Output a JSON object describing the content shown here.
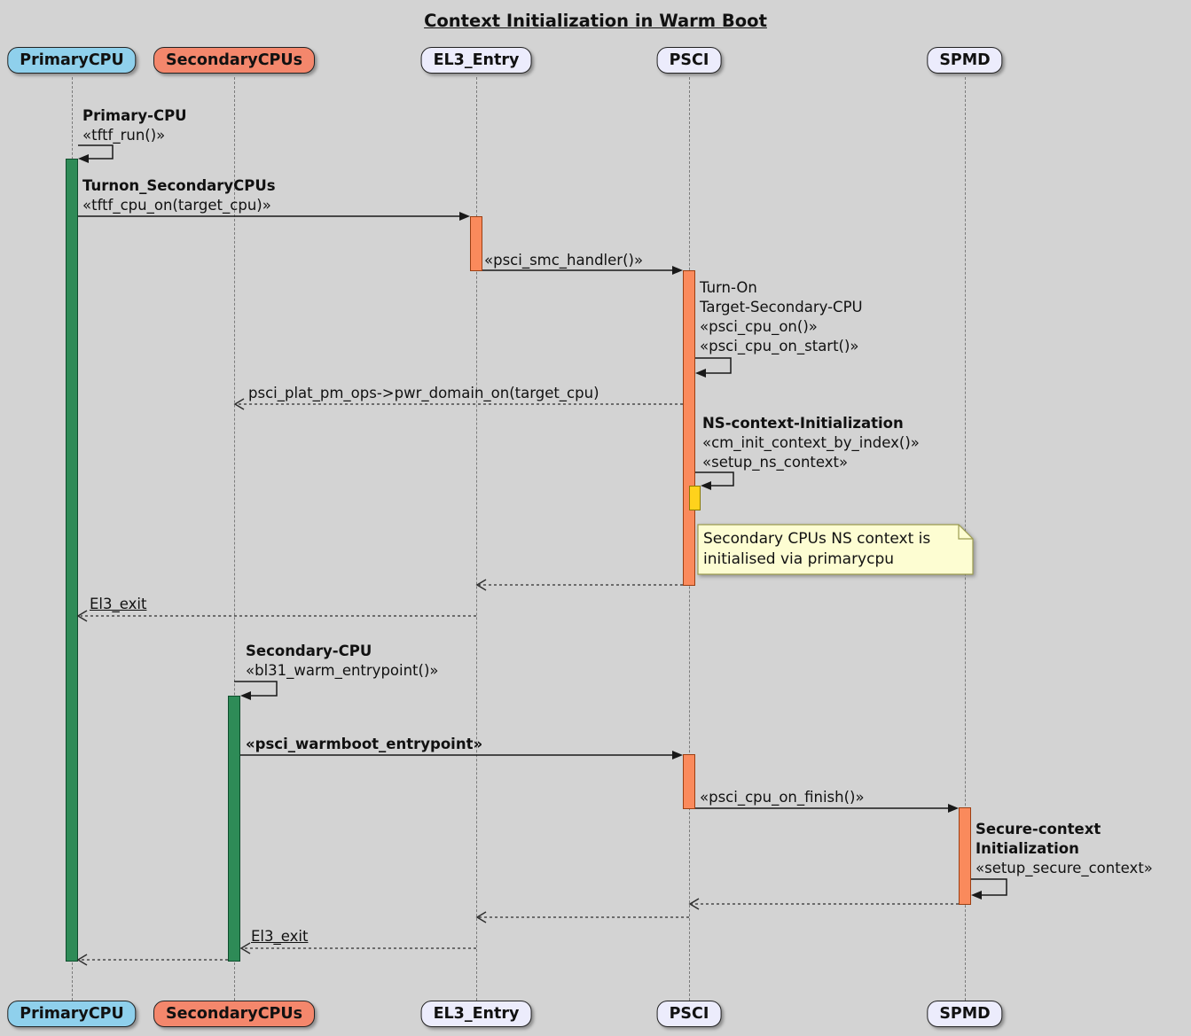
{
  "title": "Context Initialization in Warm Boot",
  "colors": {
    "background": "#D3D3D3",
    "participant_primary": "#8FD0EC",
    "participant_secondary": "#F4876C",
    "participant_neutral": "#ECECFC",
    "activation_green": "#2E8B57",
    "activation_orange": "#FA8A5C",
    "activation_yellow": "#FFD21C",
    "note_fill": "#FDFDD2"
  },
  "participants": {
    "primary": "PrimaryCPU",
    "secondary": "SecondaryCPUs",
    "el3": "EL3_Entry",
    "psci": "PSCI",
    "spmd": "SPMD"
  },
  "messages": {
    "tftf_run": {
      "line1": "Primary-CPU",
      "line2": "«tftf_run()»"
    },
    "turnon_secondary": {
      "line1": "Turnon_SecondaryCPUs",
      "line2": "«tftf_cpu_on(target_cpu)»"
    },
    "smc_handler": {
      "label": "«psci_smc_handler()»"
    },
    "turn_on_target": {
      "line1": "Turn-On",
      "line2": "Target-Secondary-CPU",
      "line3": "«psci_cpu_on()»",
      "line4": "«psci_cpu_on_start()»"
    },
    "pwr_domain_on": {
      "label": "psci_plat_pm_ops->pwr_domain_on(target_cpu)"
    },
    "ns_context_init": {
      "line1": "NS-context-Initialization",
      "line2": "«cm_init_context_by_index()»",
      "line3": "«setup_ns_context»"
    },
    "el3_exit_first": {
      "label": "El3_exit"
    },
    "secondary_warm_entry": {
      "line1": "Secondary-CPU",
      "line2": "«bl31_warm_entrypoint()»"
    },
    "warmboot_entrypoint": {
      "label": "«psci_warmboot_entrypoint»"
    },
    "cpu_on_finish": {
      "label": "«psci_cpu_on_finish()»"
    },
    "secure_context_init": {
      "line1": "Secure-context",
      "line2": "Initialization",
      "line3": "«setup_secure_context»"
    },
    "el3_exit_second": {
      "label": "El3_exit"
    }
  },
  "note": {
    "line1": "Secondary CPUs NS context is",
    "line2": "initialised via primarycpu"
  }
}
